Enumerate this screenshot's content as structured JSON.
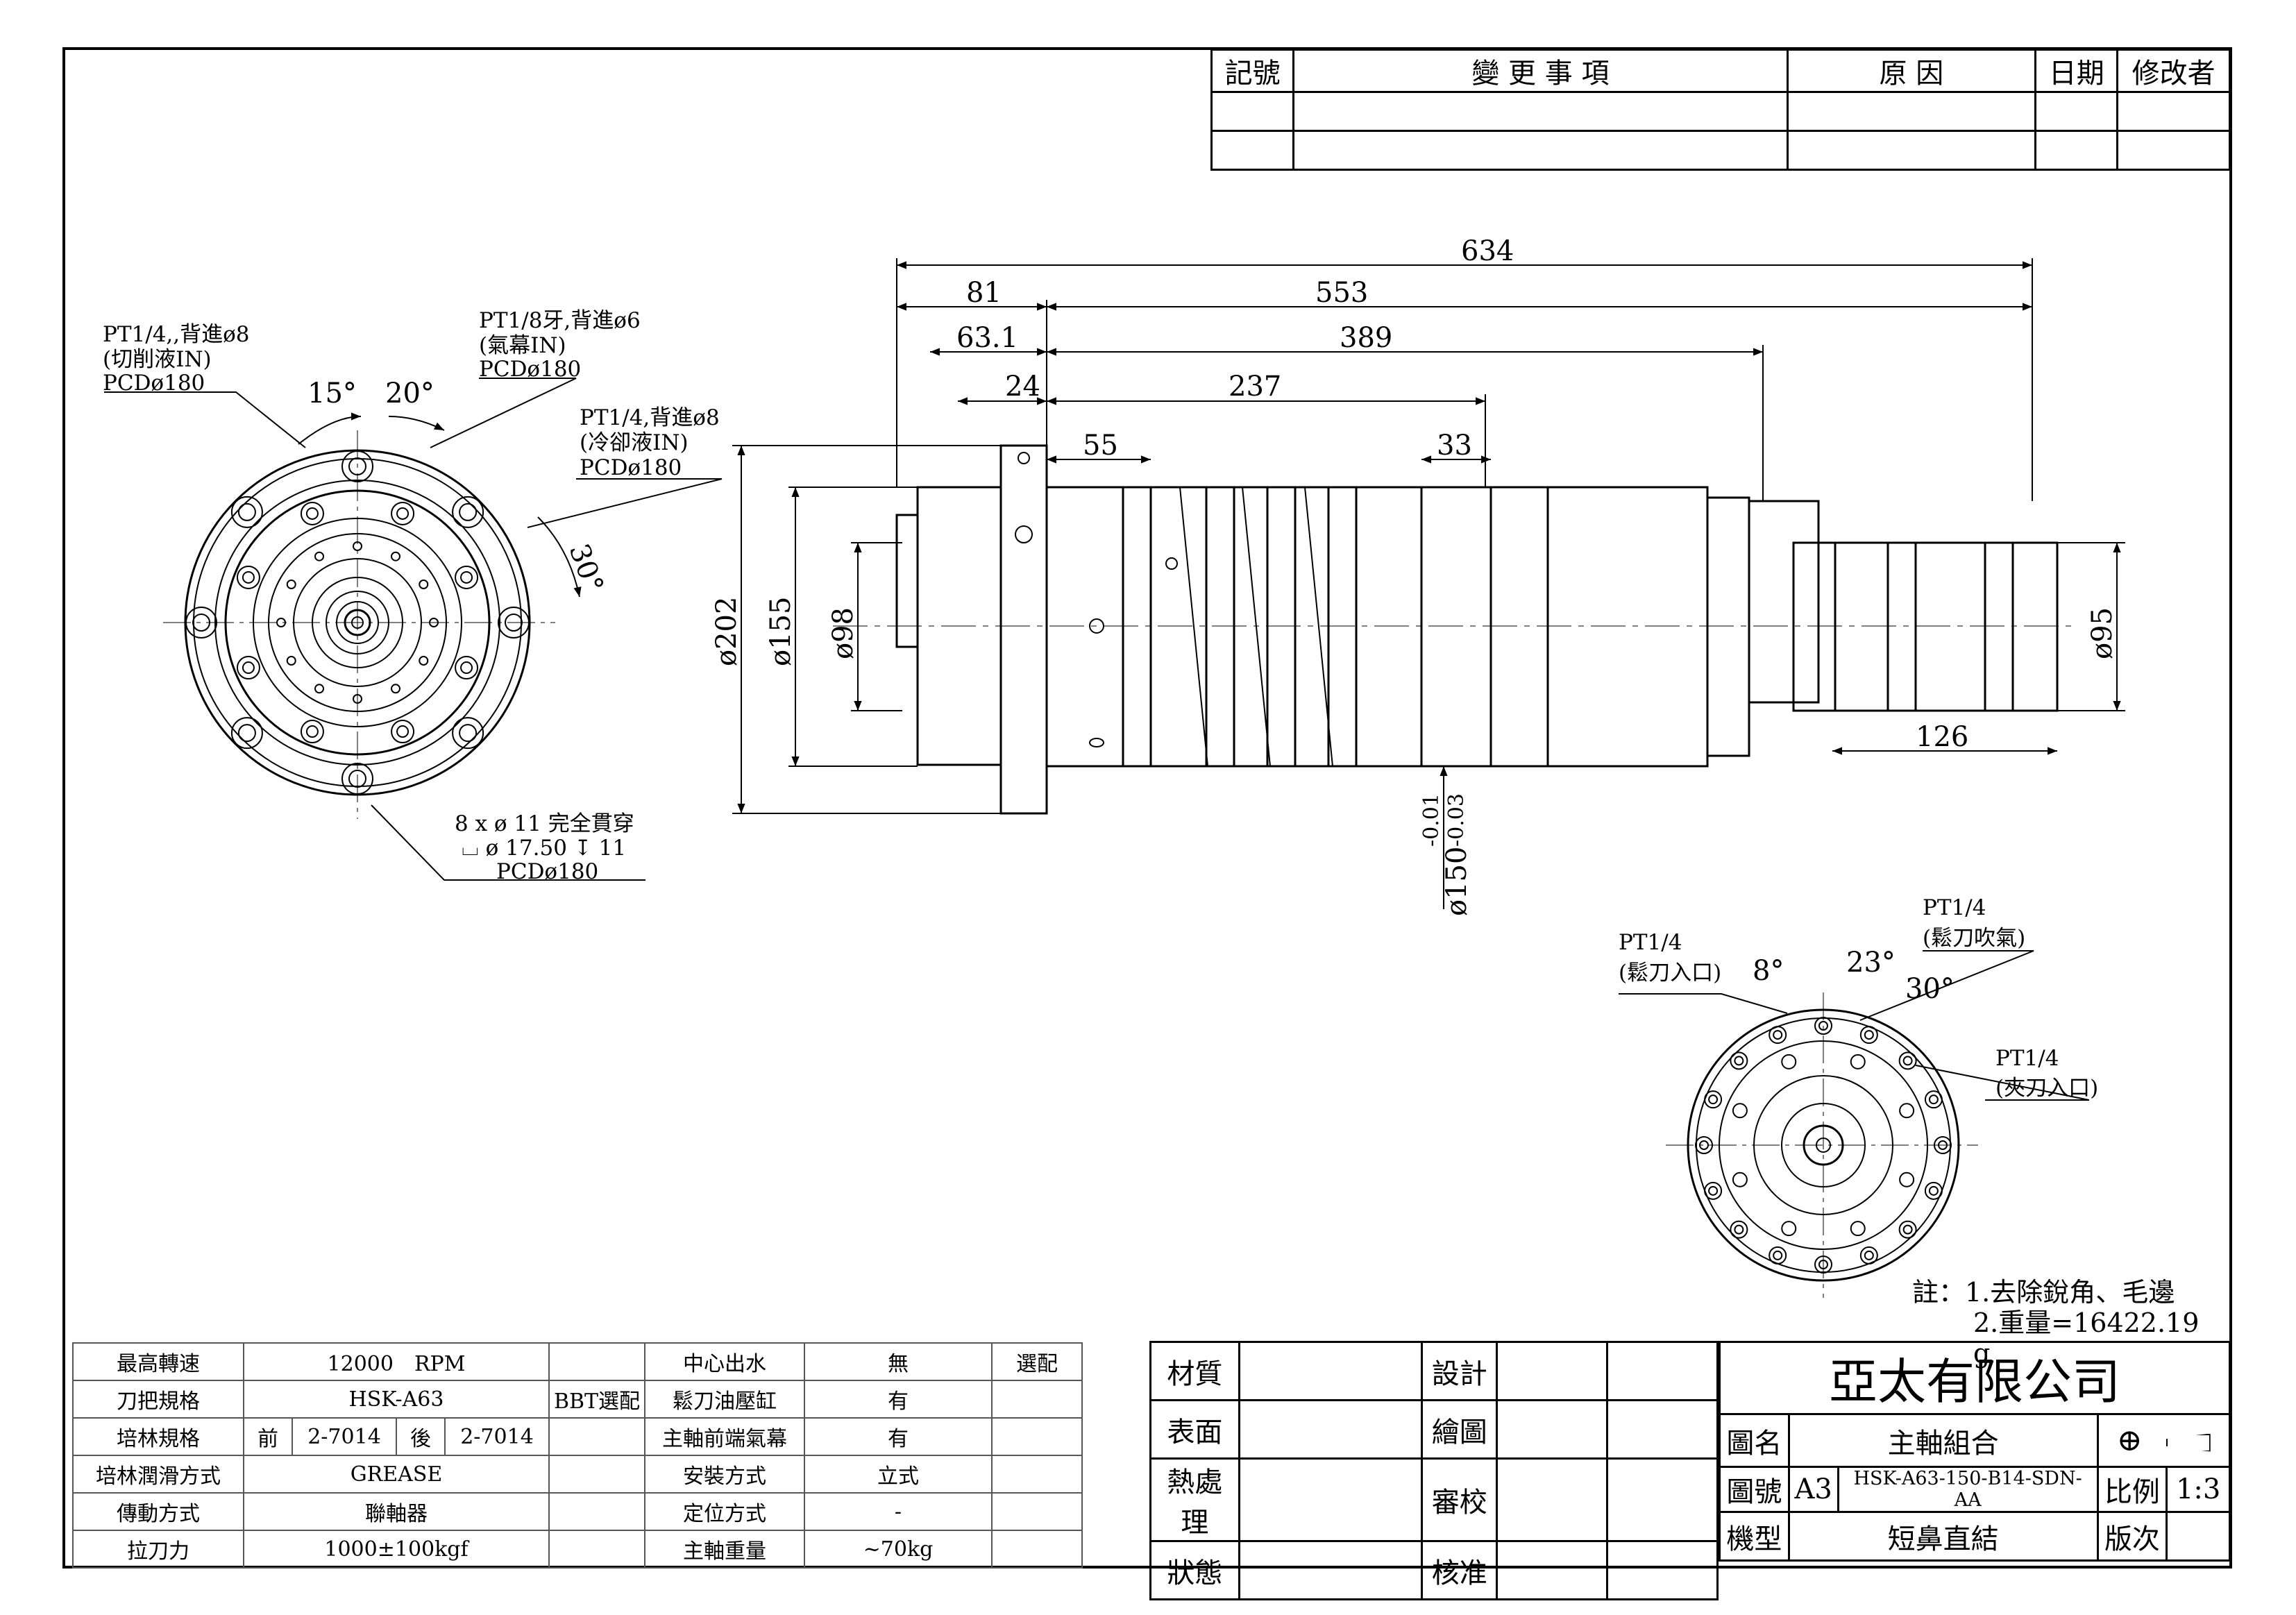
{
  "revision_table": {
    "headers": [
      "記號",
      "變 更 事 項",
      "原 因",
      "日期",
      "修改者"
    ]
  },
  "left_view": {
    "port1": [
      "PT1/4,,背進ø8",
      "(切削液IN)",
      "PCDø180"
    ],
    "port2": [
      "PT1/8牙,背進ø6",
      "(氣幕IN)",
      "PCDø180"
    ],
    "port3": [
      "PT1/4,背進ø8",
      "(冷卻液IN)",
      "PCDø180"
    ],
    "angles": [
      "15°",
      "20°",
      "30°"
    ],
    "holes": [
      "8 x ø 11 完全貫穿",
      "⌴ ø 17.50 ↧ 11",
      "PCDø180"
    ]
  },
  "side_view": {
    "dims": {
      "overall": "634",
      "d553": "553",
      "d81": "81",
      "d63": "63.1",
      "d389": "389",
      "d24": "24",
      "d237": "237",
      "d55": "55",
      "d33": "33",
      "d126": "126"
    },
    "diameters": {
      "d202": "ø202",
      "d155": "ø155",
      "d98": "ø98",
      "d95": "ø95",
      "d150": "ø150",
      "tol_upper": "-0.01",
      "tol_lower": "-0.03"
    }
  },
  "rear_view": {
    "port_loosen": [
      "PT1/4",
      "(鬆刀入口)"
    ],
    "port_blow": [
      "PT1/4",
      "(鬆刀吹氣)"
    ],
    "port_clamp": [
      "PT1/4",
      "(夾刀入口)"
    ],
    "angles": [
      "8°",
      "23°",
      "30°"
    ]
  },
  "notes": {
    "line1": "註：1.去除銳角、毛邊",
    "line2": "2.重量=16422.19 g"
  },
  "spec_table": {
    "rows": [
      [
        "最高轉速",
        "12000　RPM",
        "",
        "中心出水",
        "無",
        "選配"
      ],
      [
        "刀把規格",
        "HSK-A63",
        "BBT選配",
        "鬆刀油壓缸",
        "有",
        ""
      ],
      [
        "培林規格",
        "前|2-7014|後|2-7014",
        "",
        "主軸前端氣幕",
        "有",
        ""
      ],
      [
        "培林潤滑方式",
        "GREASE",
        "",
        "安裝方式",
        "立式",
        ""
      ],
      [
        "傳動方式",
        "聯軸器",
        "",
        "定位方式",
        "-",
        ""
      ],
      [
        "拉刀力",
        "1000±100kgf",
        "",
        "主軸重量",
        "~70kg",
        ""
      ]
    ],
    "bearing": {
      "front_label": "前",
      "front": "2-7014",
      "rear_label": "後",
      "rear": "2-7014"
    }
  },
  "title_block": {
    "material_label": "材質",
    "surface_label": "表面",
    "heat_label": "熱處理",
    "state_label": "狀態",
    "design_label": "設計",
    "drawn_label": "繪圖",
    "check_label": "審校",
    "approve_label": "核准",
    "company": "亞太有限公司",
    "drawing_name_label": "圖名",
    "drawing_name": "主軸組合",
    "drawing_no_label": "圖號",
    "size": "A3",
    "drawing_no": "HSK-A63-150-B14-SDN-AA",
    "scale_label": "比例",
    "scale": "1:3",
    "model_label": "機型",
    "model": "短鼻直結",
    "version_label": "版次"
  }
}
